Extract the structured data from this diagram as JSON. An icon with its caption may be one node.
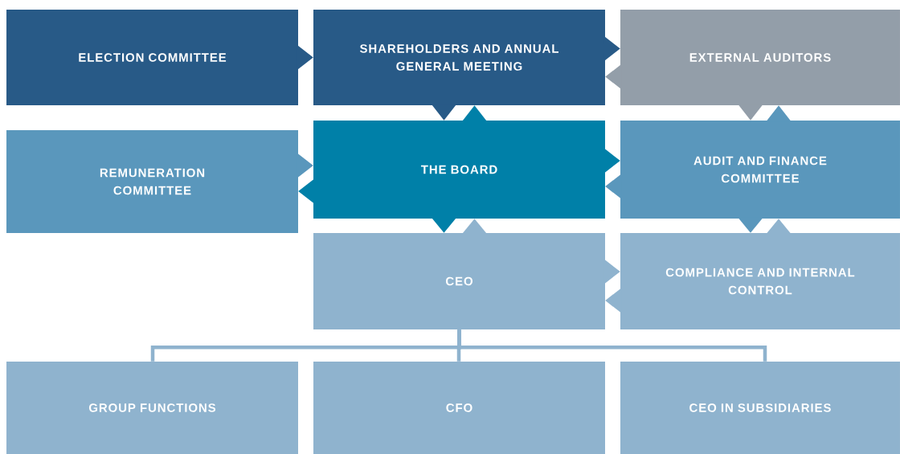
{
  "diagram": {
    "nodes": [
      {
        "text": [
          "ELECTION COMMITTEE"
        ]
      },
      {
        "text": [
          "SHAREHOLDERS AND ANNUAL GENERAL MEETING"
        ]
      },
      {
        "text": [
          "EXTERNAL AUDITORS"
        ]
      },
      {
        "text": [
          "REMUNERATION COMMITTEE"
        ]
      },
      {
        "text": [
          "THE BOARD"
        ]
      },
      {
        "text": [
          "AUDIT AND FINANCE COMMITTEE"
        ]
      },
      {
        "text": [
          "CEO"
        ]
      },
      {
        "text": [
          "COMPLIANCE AND INTERNAL CONTROL"
        ]
      },
      {
        "text": [
          "GROUP FUNCTIONS"
        ]
      },
      {
        "text": [
          "CFO"
        ]
      },
      {
        "text": [
          "CEO IN SUBSIDIARIES"
        ]
      }
    ],
    "edges": [
      {
        "from": 0,
        "to": 1,
        "arrow": "to"
      },
      {
        "from": 1,
        "to": 2,
        "arrow": "to"
      },
      {
        "from": 2,
        "to": 1,
        "arrow": "to"
      },
      {
        "from": 1,
        "to": 4,
        "arrow": "to"
      },
      {
        "from": 4,
        "to": 1,
        "arrow": "to"
      },
      {
        "from": 2,
        "to": 5,
        "arrow": "to"
      },
      {
        "from": 5,
        "to": 2,
        "arrow": "to"
      },
      {
        "from": 3,
        "to": 4,
        "arrow": "to"
      },
      {
        "from": 4,
        "to": 3,
        "arrow": "to"
      },
      {
        "from": 4,
        "to": 5,
        "arrow": "to"
      },
      {
        "from": 5,
        "to": 4,
        "arrow": "to"
      },
      {
        "from": 4,
        "to": 6,
        "arrow": "to"
      },
      {
        "from": 6,
        "to": 4,
        "arrow": "to"
      },
      {
        "from": 5,
        "to": 7,
        "arrow": "to"
      },
      {
        "from": 7,
        "to": 5,
        "arrow": "to"
      },
      {
        "from": 6,
        "to": 7,
        "arrow": "to"
      },
      {
        "from": 7,
        "to": 6,
        "arrow": "to"
      },
      {
        "from": 6,
        "to": 8,
        "arrow": "none"
      },
      {
        "from": 6,
        "to": 9,
        "arrow": "none"
      },
      {
        "from": 6,
        "to": 10,
        "arrow": "none"
      }
    ]
  }
}
